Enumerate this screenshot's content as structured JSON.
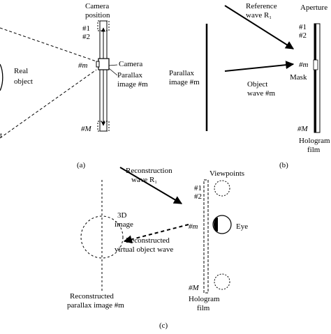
{
  "panel_a": {
    "camera_position": [
      "Camera",
      "position"
    ],
    "pos_1": "#1",
    "pos_2": "#2",
    "pos_m": "#m",
    "pos_M": "#M",
    "camera": "Camera",
    "parallax_image": [
      "Parallax",
      "image #m"
    ],
    "real_object": [
      "Real",
      "object"
    ],
    "partial_bottom_left": "t",
    "caption": "(a)"
  },
  "panel_b": {
    "reference_wave": [
      "Reference",
      "wave R₁"
    ],
    "aperture": "Aperture",
    "pos_1": "#1",
    "pos_2": "#2",
    "pos_m": "#m",
    "pos_M": "#M",
    "mask": "Mask",
    "parallax_image": [
      "Parallax",
      "image #m"
    ],
    "object_wave": [
      "Object",
      "wave #m"
    ],
    "hologram_film": [
      "Hologram",
      "film"
    ],
    "caption": "(b)"
  },
  "panel_c": {
    "reconstruction_wave": [
      "Reconstruction",
      "wave R₁"
    ],
    "viewpoints": "Viewpoints",
    "pos_1": "#1",
    "pos_2": "#2",
    "pos_m": "#m",
    "pos_M": "#M",
    "eye": "Eye",
    "image_3d": [
      "3D",
      "image"
    ],
    "reconstructed_wave": [
      "Reconstructed",
      "virtual object wave"
    ],
    "reconstructed_parallax": [
      "Reconstructed",
      "parallax image #m"
    ],
    "hologram_film": [
      "Hologram",
      "film"
    ],
    "caption": "(c)"
  }
}
